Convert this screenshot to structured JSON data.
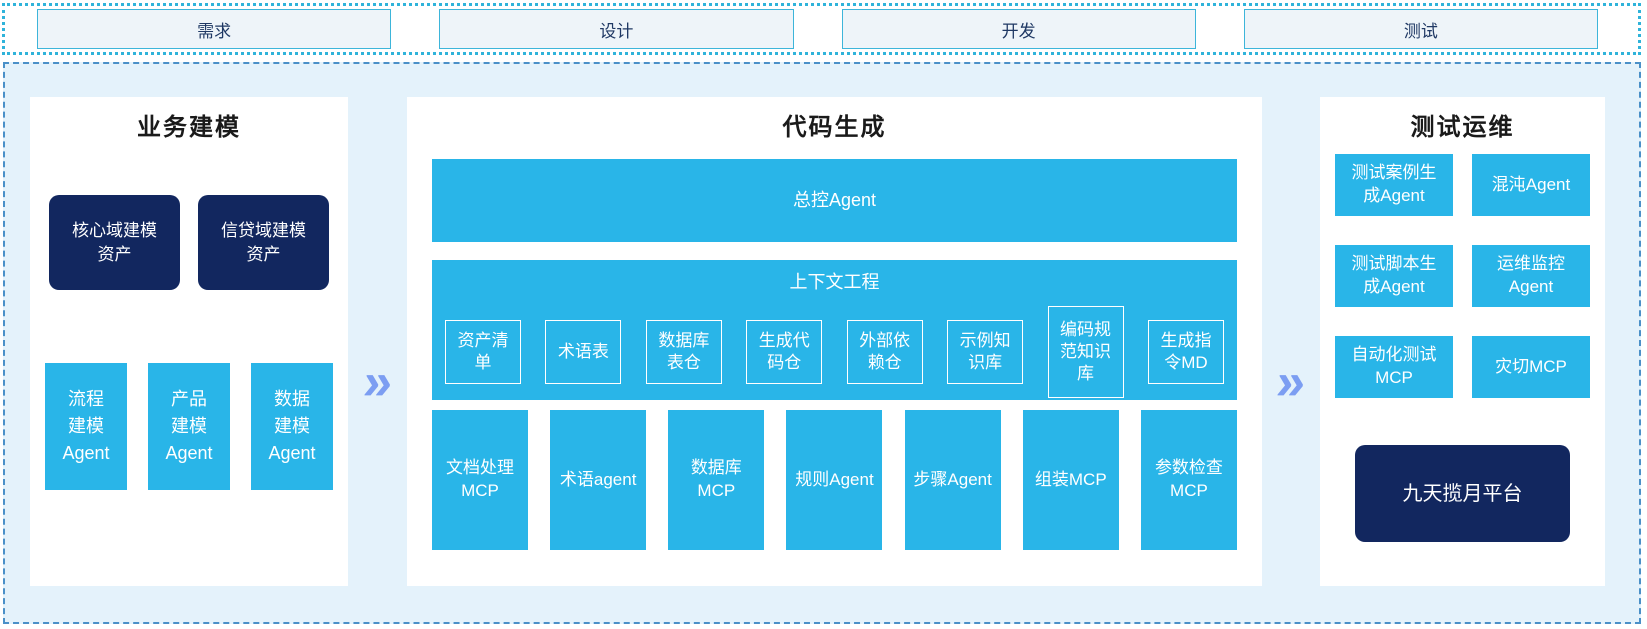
{
  "phases": [
    "需求",
    "设计",
    "开发",
    "测试"
  ],
  "arrow_glyph": "»",
  "sections": {
    "business": {
      "title": "业务建模",
      "asset_boxes": [
        "核心域建模\n资产",
        "信贷域建模\n资产"
      ],
      "agent_boxes": [
        "流程\n建模\nAgent",
        "产品\n建模\nAgent",
        "数据\n建模\nAgent"
      ]
    },
    "codegen": {
      "title": "代码生成",
      "master_agent": "总控Agent",
      "context_engineering": {
        "title": "上下文工程",
        "items": [
          "资产清\n单",
          "术语表",
          "数据库\n表仓",
          "生成代\n码仓",
          "外部依\n赖仓",
          "示例知\n识库",
          "编码规\n范知识\n库",
          "生成指\n令MD"
        ]
      },
      "tools": [
        "文档处理\nMCP",
        "术语agent",
        "数据库\nMCP",
        "规则Agent",
        "步骤Agent",
        "组装MCP",
        "参数检查\nMCP"
      ]
    },
    "testops": {
      "title": "测试运维",
      "boxes": [
        "测试案例生\n成Agent",
        "混沌Agent",
        "测试脚本生\n成Agent",
        "运维监控\nAgent",
        "自动化测试\nMCP",
        "灾切MCP"
      ],
      "platform": "九天揽月平台"
    }
  },
  "colors": {
    "cyan": "#29b5e8",
    "navy": "#12275f",
    "frame_bg": "#e4f2fb",
    "frame_border": "#4a90c8",
    "strip_border": "#2fb3da",
    "phase_box_bg": "#eef4f9",
    "phase_box_border": "#3db5da",
    "phase_text": "#1f3864",
    "arrow": "#7c9ef2"
  }
}
